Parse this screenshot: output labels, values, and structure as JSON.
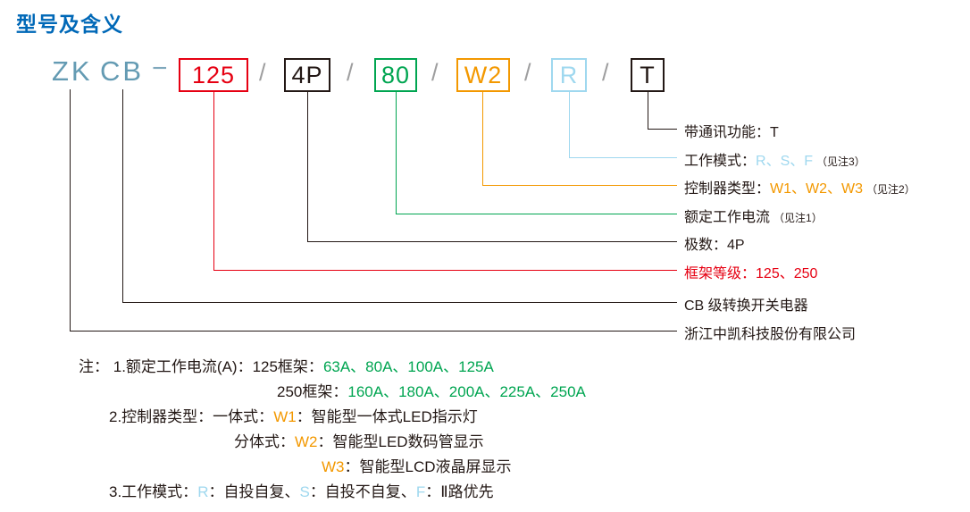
{
  "title": "型号及含义",
  "colors": {
    "title_blue": "#0068B7",
    "brand_teal": "#649BB3",
    "red": "#E60012",
    "green": "#00A551",
    "orange": "#F39800",
    "light_blue": "#9FD8EF",
    "text_black": "#231815",
    "slash_gray": "#9E9E9F"
  },
  "model": {
    "brand": "ZK",
    "type": "CB",
    "dash": "−",
    "separator": "/",
    "segments": [
      {
        "text": "125"
      },
      {
        "text": "4P"
      },
      {
        "text": "80"
      },
      {
        "text": "W2"
      },
      {
        "text": "R"
      },
      {
        "text": "T"
      }
    ]
  },
  "branches": [
    {
      "id": "communication",
      "prefix": "带通讯功能：T",
      "value": "",
      "note": ""
    },
    {
      "id": "work-mode",
      "prefix": "工作模式：",
      "value": "R、S、F",
      "note": "（见注3）"
    },
    {
      "id": "controller",
      "prefix": "控制器类型：",
      "value": "W1、W2、W3",
      "note": "（见注2）"
    },
    {
      "id": "rated-current",
      "prefix": "额定工作电流",
      "value": "",
      "note": "（见注1）"
    },
    {
      "id": "poles",
      "prefix": "极数：4P",
      "value": "",
      "note": ""
    },
    {
      "id": "frame-rating",
      "prefix": "框架等级：",
      "value": "125、250",
      "note": ""
    },
    {
      "id": "cb-type",
      "prefix": "CB 级转换开关电器",
      "value": "",
      "note": ""
    },
    {
      "id": "company",
      "prefix": "浙江中凯科技股份有限公司",
      "value": "",
      "note": ""
    }
  ],
  "notes": {
    "heading": "注：",
    "line1": {
      "prefix": "1.额定工作电流(A)：125框架：",
      "values": "63A、80A、100A、125A"
    },
    "line2": {
      "prefix": "250框架：",
      "values": "160A、180A、200A、225A、250A"
    },
    "line3": {
      "prefix": "2.控制器类型：一体式：",
      "code": "W1",
      "suffix": "：智能型一体式LED指示灯"
    },
    "line4": {
      "prefix": "分体式：",
      "code": "W2",
      "suffix": "：智能型LED数码管显示"
    },
    "line5": {
      "code": "W3",
      "suffix": "：智能型LCD液晶屏显示"
    },
    "line6": {
      "prefix": "3.工作模式：",
      "code1": "R",
      "mid1": "：自投自复、",
      "code2": "S",
      "mid2": "：自投不自复、",
      "code3": "F",
      "suffix": "：Ⅱ路优先"
    }
  }
}
